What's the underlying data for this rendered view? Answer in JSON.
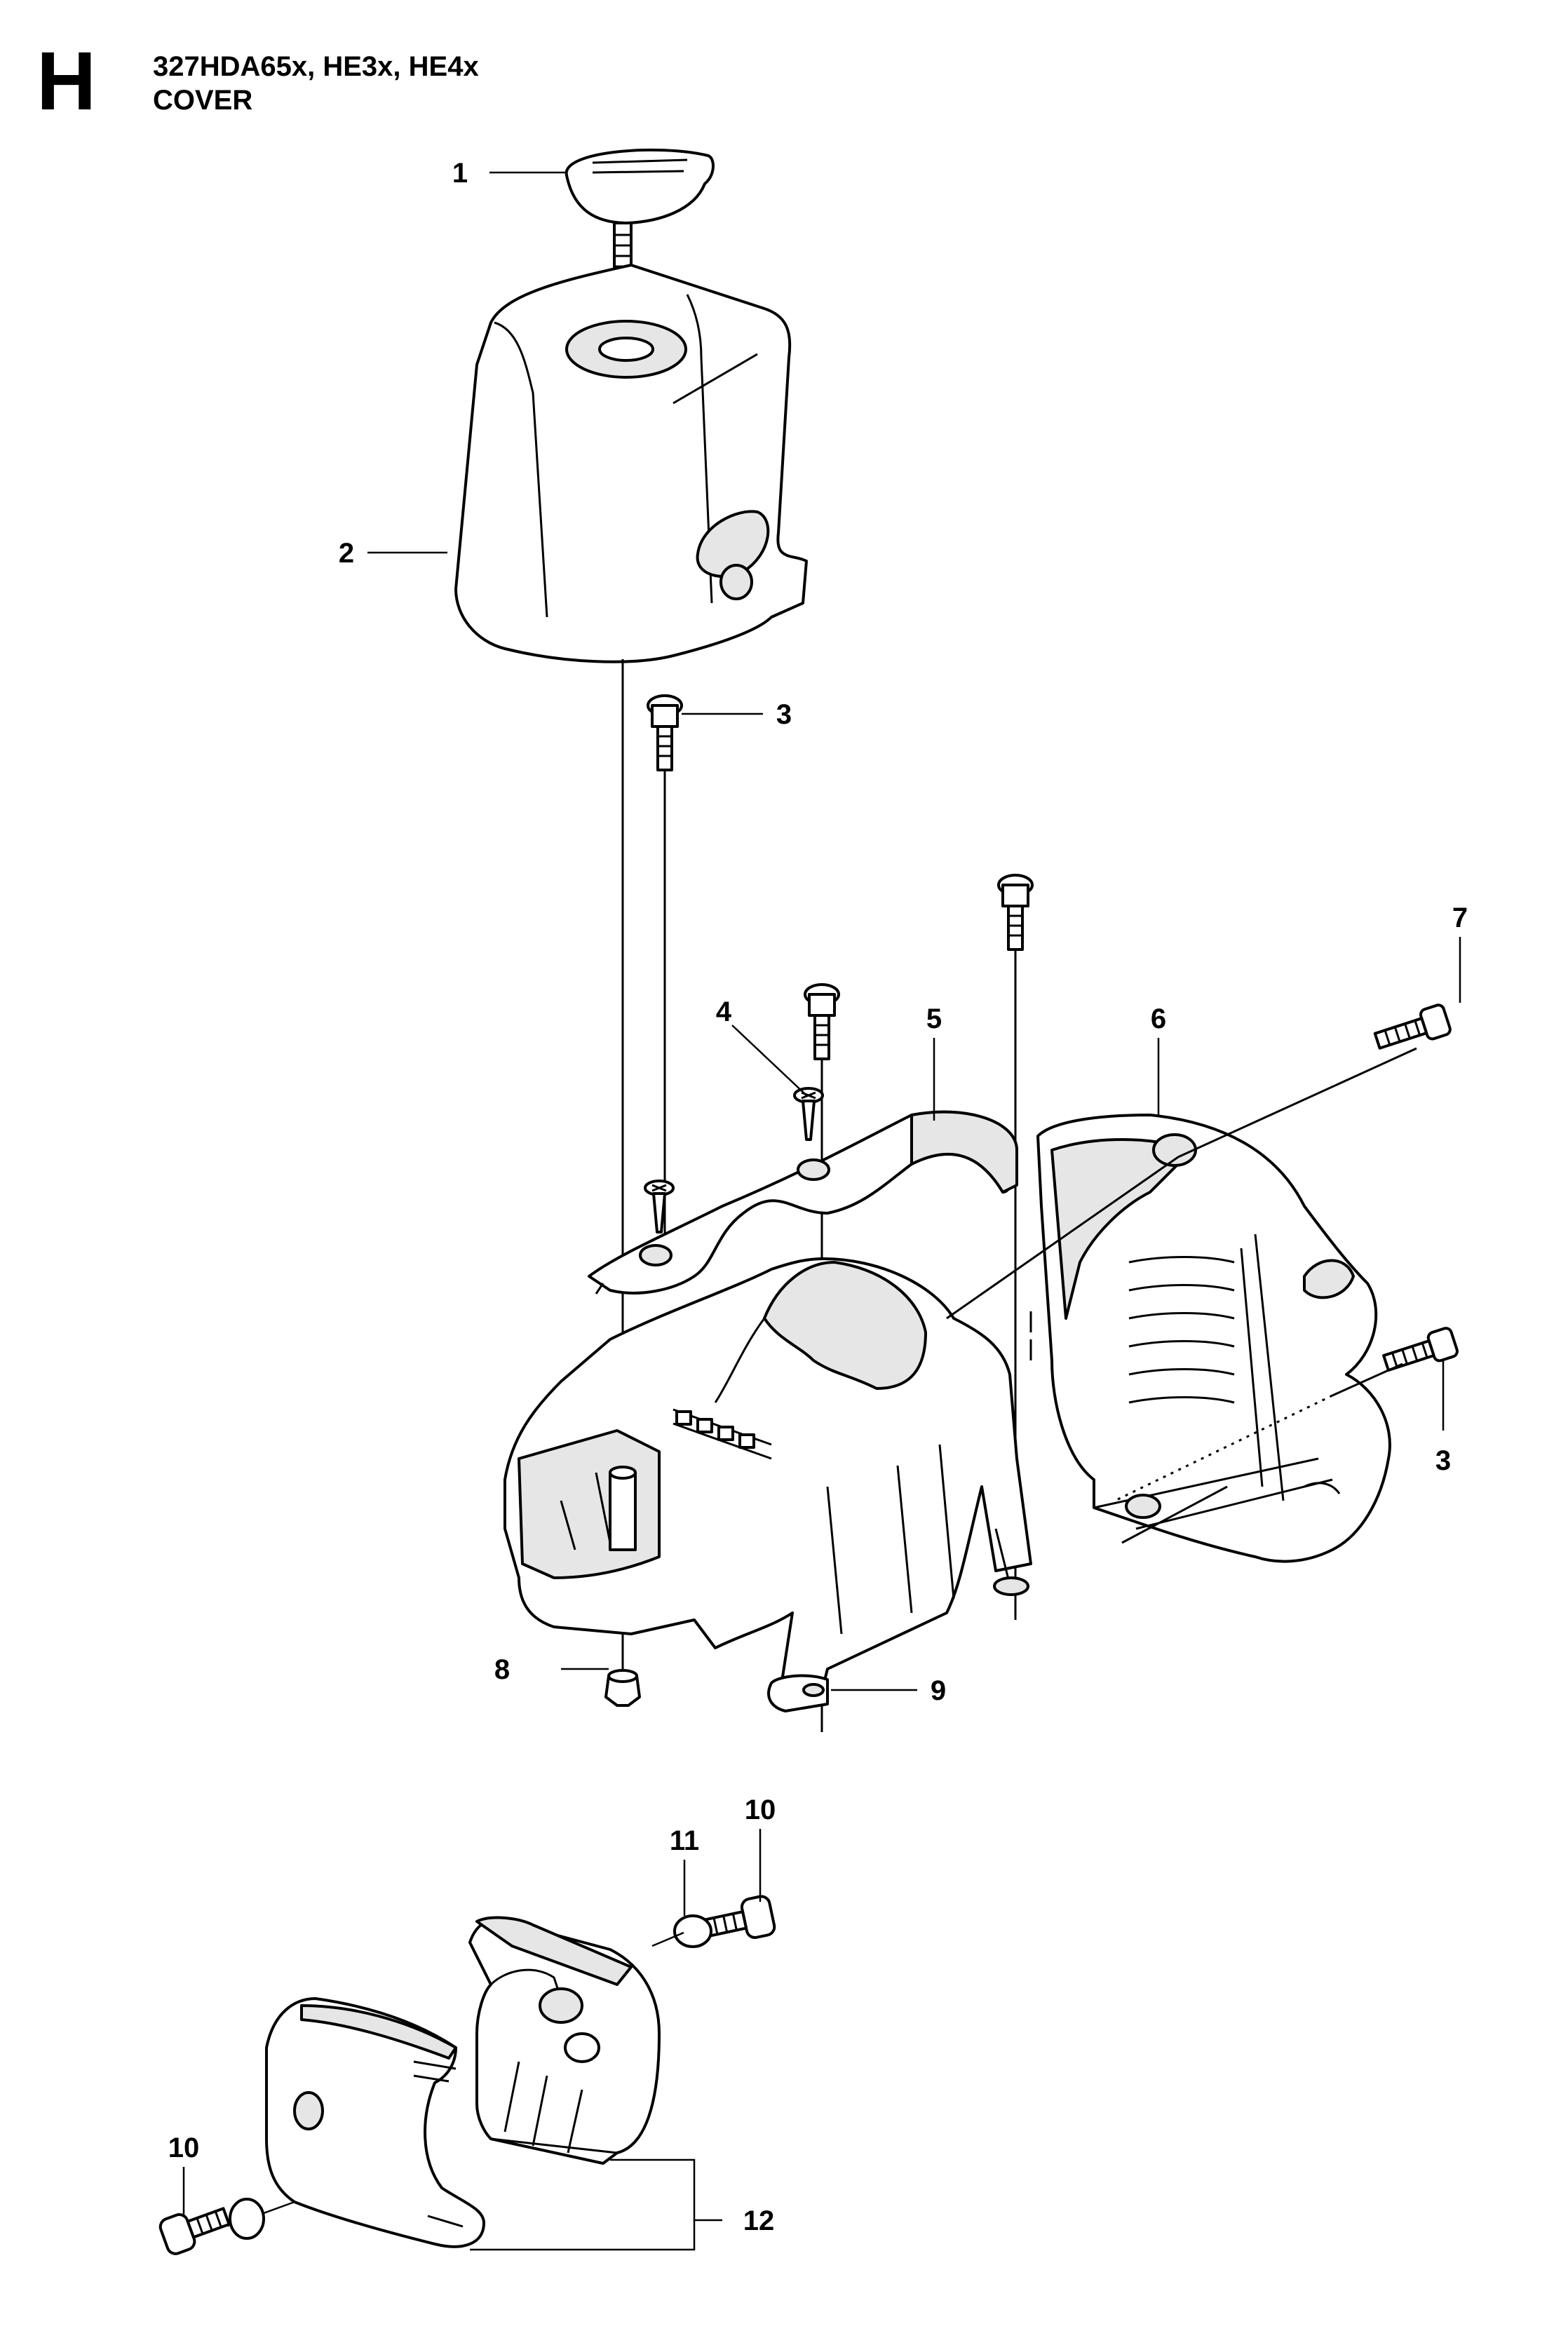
{
  "header": {
    "section_letter": "H",
    "models": "327HDA65x, HE3x, HE4x",
    "title": "COVER"
  },
  "callouts": [
    "1",
    "2",
    "3",
    "3",
    "4",
    "5",
    "6",
    "7",
    "8",
    "9",
    "10",
    "10",
    "11",
    "12"
  ]
}
